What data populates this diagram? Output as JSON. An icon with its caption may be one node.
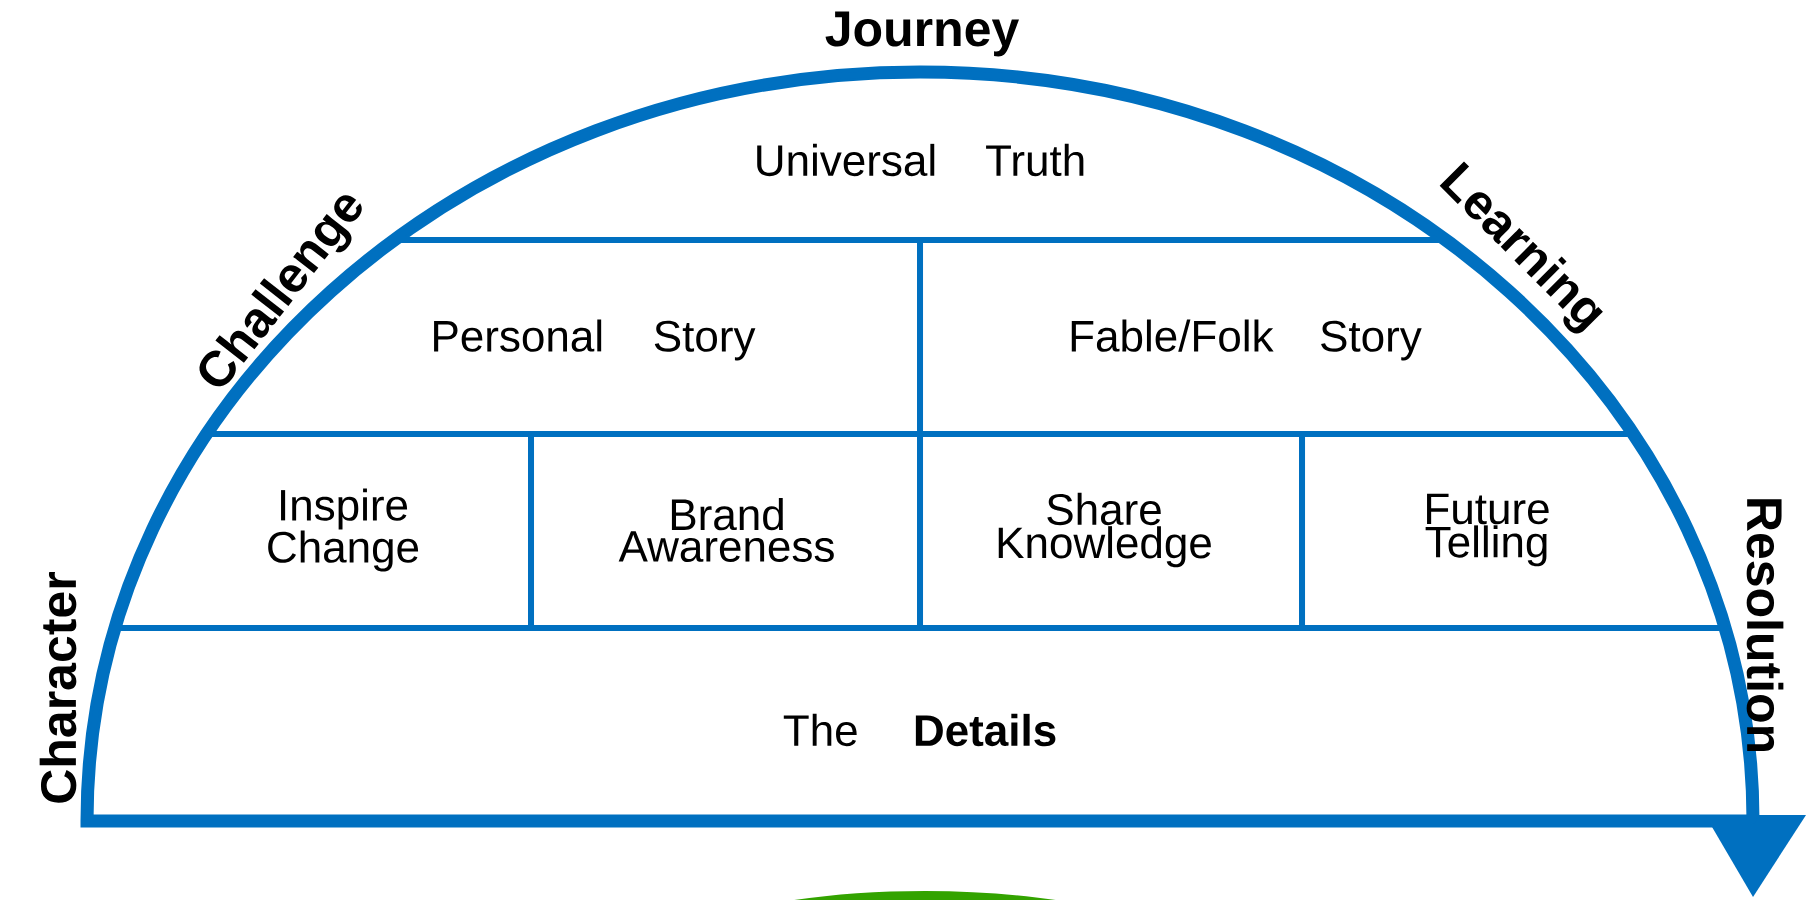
{
  "diagram": {
    "nodes": [
      {
        "text": [
          "Universal Truth"
        ]
      },
      {
        "text": [
          "Personal Story"
        ]
      },
      {
        "text": [
          "Fable/Folk Story"
        ]
      },
      {
        "text": [
          "Inspire Change"
        ]
      },
      {
        "text": [
          "Brand Awareness"
        ]
      },
      {
        "text": [
          "Share Knowledge"
        ]
      },
      {
        "text": [
          "Future Telling"
        ]
      },
      {
        "text": [
          "The **Details**"
        ]
      }
    ],
    "labels": [
      "Journey",
      "Challenge",
      "Learning",
      "Character",
      "Resolution"
    ]
  }
}
